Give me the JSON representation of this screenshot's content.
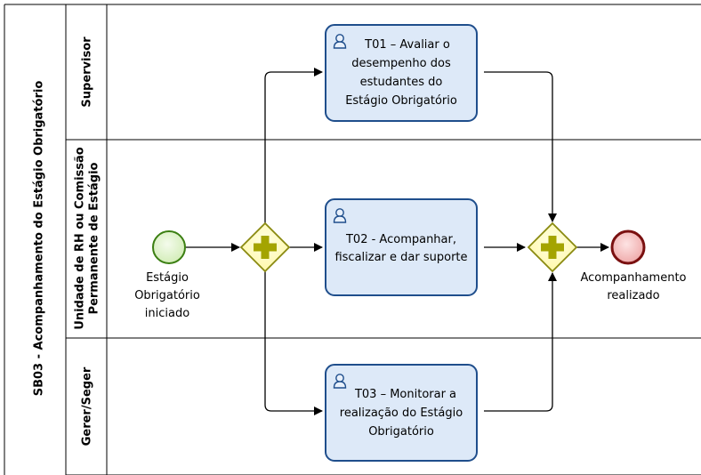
{
  "pool": {
    "title": "SB03 - Acompanhamento do Estágio Obrigatório"
  },
  "lanes": [
    {
      "title": "Supervisor"
    },
    {
      "title_line1": "Unidade de RH ou Comissão",
      "title_line2": "Permanente de Estágio"
    },
    {
      "title": "Gerer/Seger"
    }
  ],
  "start_event": {
    "label_lines": [
      "Estágio",
      "Obrigatório",
      "iniciado"
    ]
  },
  "end_event": {
    "label_lines": [
      "Acompanhamento",
      "realizado"
    ]
  },
  "tasks": [
    {
      "id": "T01",
      "lines": [
        "T01 – Avaliar o",
        "desempenho dos",
        "estudantes do",
        "Estágio Obrigatório"
      ]
    },
    {
      "id": "T02",
      "lines": [
        "T02 - Acompanhar,",
        "fiscalizar e dar suporte"
      ]
    },
    {
      "id": "T03",
      "lines": [
        "T03 – Monitorar a",
        "realização do Estágio",
        "Obrigatório"
      ]
    }
  ],
  "colors": {
    "task_fill": "#dde9f8",
    "task_border": "#1f4e8c",
    "gateway_fill": "#ffffcc",
    "gateway_border": "#7f7f00",
    "gateway_plus": "#9b9b00",
    "start_fill": "#e2f4cf",
    "start_border": "#3b7f12",
    "end_fill": "#f7c9c9",
    "end_border": "#7a1010",
    "icons": "user-icon"
  }
}
